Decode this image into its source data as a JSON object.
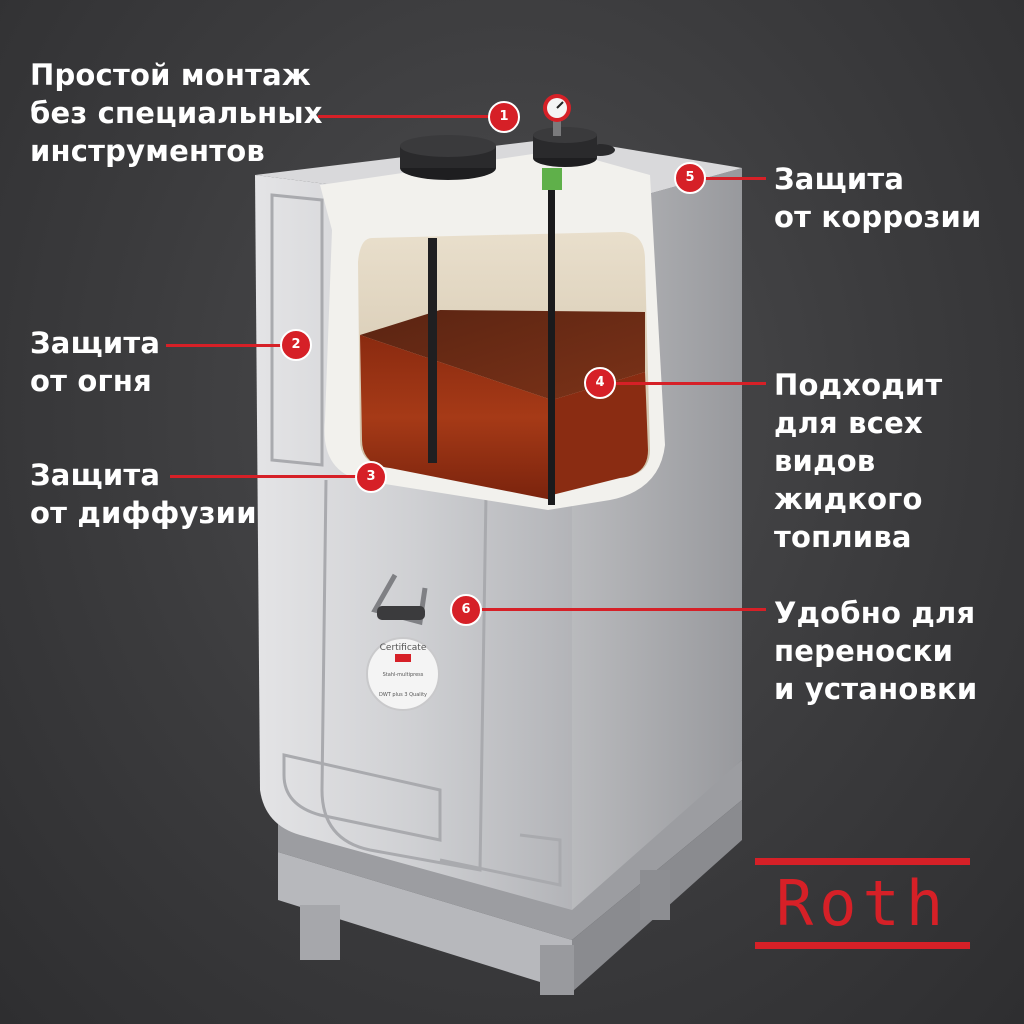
{
  "callouts": [
    {
      "number": "1",
      "lines": [
        "Простой монтаж",
        "без специальных",
        "инструментов"
      ]
    },
    {
      "number": "2",
      "lines": [
        "Защита",
        "от огня"
      ]
    },
    {
      "number": "3",
      "lines": [
        "Защита",
        "от диффузии"
      ]
    },
    {
      "number": "4",
      "lines": [
        "Подходит",
        "для всех",
        "видов",
        "жидкого",
        "топлива"
      ]
    },
    {
      "number": "5",
      "lines": [
        "Защита",
        "от коррозии"
      ]
    },
    {
      "number": "6",
      "lines": [
        "Удобно для",
        "переноски",
        "и установки"
      ]
    }
  ],
  "sticker": {
    "title": "Certificate",
    "line1": "Stahl-multipress",
    "line2": "DWT plus 3 Quality"
  },
  "brand": {
    "name": "Roth",
    "color": "#d62027"
  },
  "colors": {
    "accent": "#d62027",
    "background": "#3b3b3d"
  }
}
